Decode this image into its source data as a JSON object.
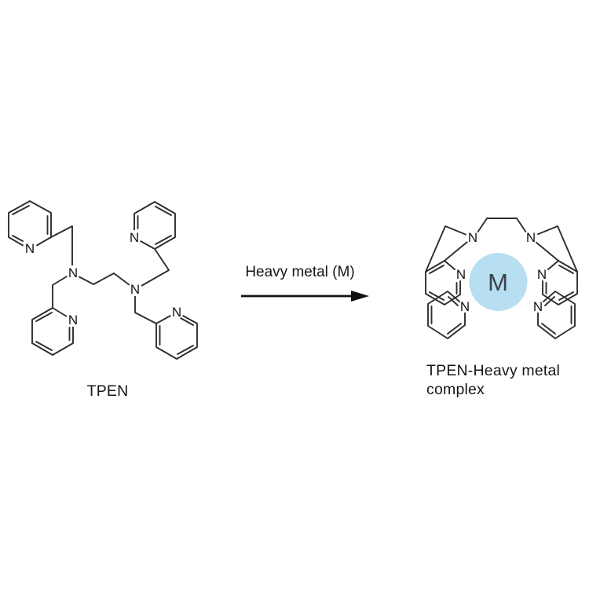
{
  "scheme": {
    "condition": "Heavy metal (M)",
    "reactant_label": "TPEN",
    "product_label_line1": "TPEN-Heavy metal",
    "product_label_line2": "complex",
    "metal_symbol": "M",
    "nitrogen_symbol": "N",
    "colors": {
      "bond": "#2e2e30",
      "text": "#16161a",
      "metal_highlight": "#b7def1",
      "background": "#ffffff"
    }
  }
}
